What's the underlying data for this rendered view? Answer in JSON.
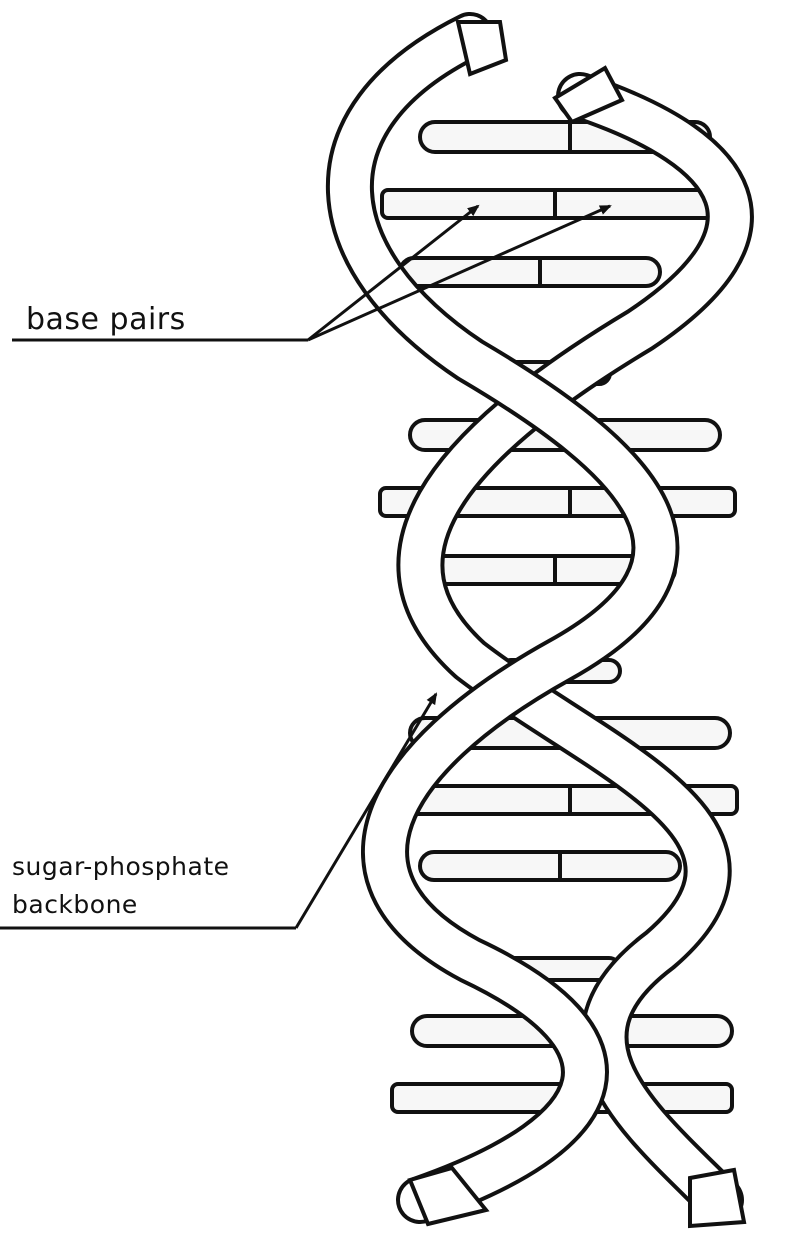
{
  "diagram": {
    "labels": {
      "base_pairs": "base pairs",
      "backbone_line1": "sugar-phosphate",
      "backbone_line2": "backbone"
    },
    "colors": {
      "ink": "#111111",
      "fill": "#ffffff",
      "base_fill": "#f7f7f7"
    }
  }
}
